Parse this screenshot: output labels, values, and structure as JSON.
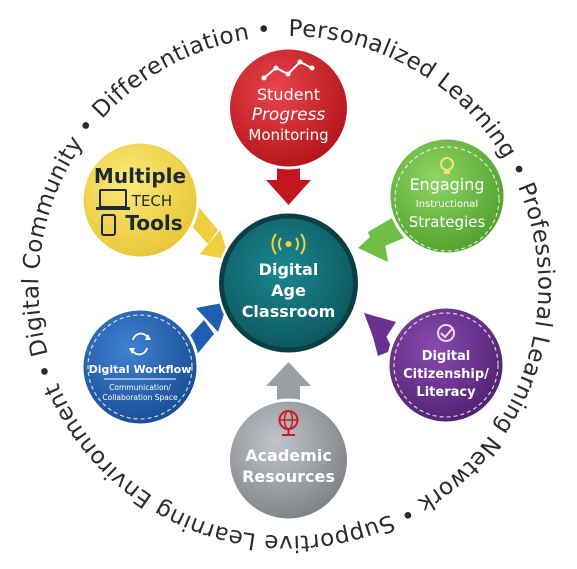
{
  "ring": {
    "segments": [
      "Personalized Learning",
      "Professional Learning Network",
      "Supportive Learning Environment",
      "Digital Community",
      "Differentiation"
    ]
  },
  "center": {
    "line1": "Digital",
    "line2": "Age",
    "line3": "Classroom"
  },
  "nodes": {
    "student_progress": {
      "line1": "Student",
      "line2": "Progress",
      "line3": "Monitoring",
      "color": "#d0202a"
    },
    "engaging": {
      "line1": "Engaging",
      "line2": "Instructional",
      "line3": "Strategies",
      "color": "#6fbf44"
    },
    "citizenship": {
      "line1": "Digital",
      "line2": "Citizenship/",
      "line3": "Literacy",
      "color": "#6b2f8f"
    },
    "academic": {
      "line1": "Academic",
      "line2": "Resources",
      "color": "#9b9ea3"
    },
    "workflow": {
      "line1": "Digital Workflow",
      "line2": "Communication/",
      "line3": "Collaboration Space",
      "color": "#1f5fb0"
    },
    "multiple_tech": {
      "line1": "Multiple",
      "line2": "TECH",
      "line3": "Tools",
      "color": "#f4d84e"
    }
  },
  "colors": {
    "center": "#0f6670",
    "center_ring": "#0c4e56"
  }
}
